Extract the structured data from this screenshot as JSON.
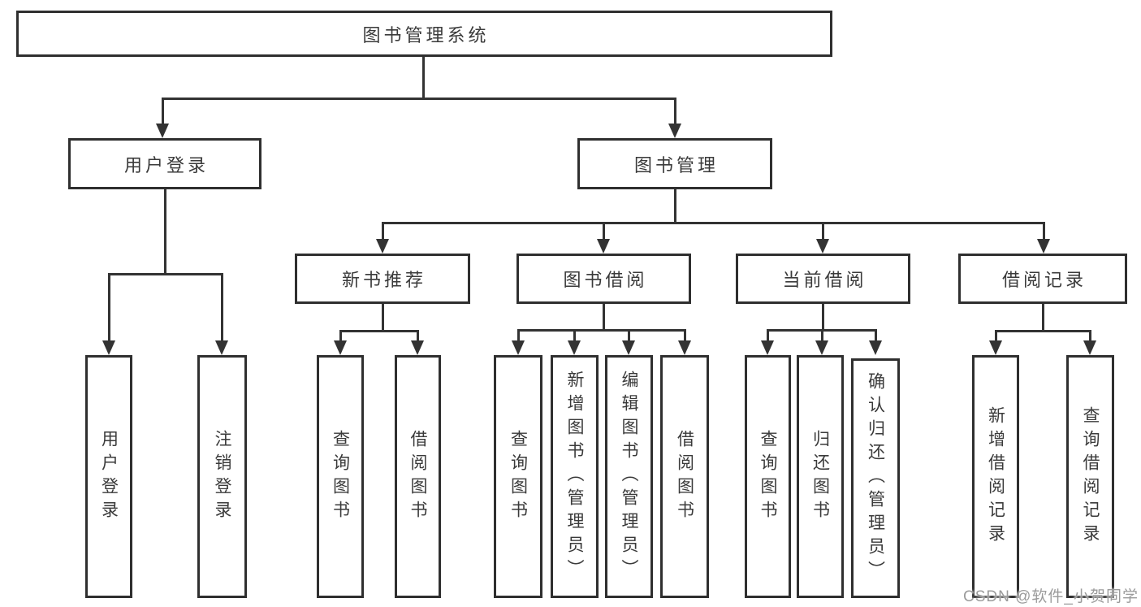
{
  "diagram": {
    "title": "图书管理系统",
    "colors": {
      "line": "#333333",
      "box_border": "#2f2f2f",
      "text": "#3a3a3a",
      "background": "#ffffff",
      "watermark": "#9b9b9b"
    },
    "nodes": {
      "root": "图书管理系统",
      "user_login": "用户登录",
      "book_management": "图书管理",
      "new_book_recommendation": "新书推荐",
      "book_borrowing": "图书借阅",
      "current_borrowing": "当前借阅",
      "borrowing_records": "借阅记录",
      "leaf_user_login": "用户登录",
      "leaf_logout": "注销登录",
      "leaf_query_books_recommend": "查询图书",
      "leaf_borrow_books_recommend": "借阅图书",
      "leaf_query_books_borrow": "查询图书",
      "leaf_add_books_admin": "新增图书（管理员）",
      "leaf_edit_books_admin": "编辑图书（管理员）",
      "leaf_borrow_books_borrow": "借阅图书",
      "leaf_query_books_current": "查询图书",
      "leaf_return_books": "归还图书",
      "leaf_confirm_return_admin": "确认归还（管理员）",
      "leaf_add_borrow_record": "新增借阅记录",
      "leaf_query_borrow_record": "查询借阅记录"
    },
    "hierarchy": {
      "图书管理系统": [
        "用户登录",
        "图书管理"
      ],
      "用户登录": [
        "用户登录",
        "注销登录"
      ],
      "图书管理": [
        "新书推荐",
        "图书借阅",
        "当前借阅",
        "借阅记录"
      ],
      "新书推荐": [
        "查询图书",
        "借阅图书"
      ],
      "图书借阅": [
        "查询图书",
        "新增图书（管理员）",
        "编辑图书（管理员）",
        "借阅图书"
      ],
      "当前借阅": [
        "查询图书",
        "归还图书",
        "确认归还（管理员）"
      ],
      "借阅记录": [
        "新增借阅记录",
        "查询借阅记录"
      ]
    }
  },
  "watermark": {
    "text": "CSDN @软件_小贺同学"
  }
}
